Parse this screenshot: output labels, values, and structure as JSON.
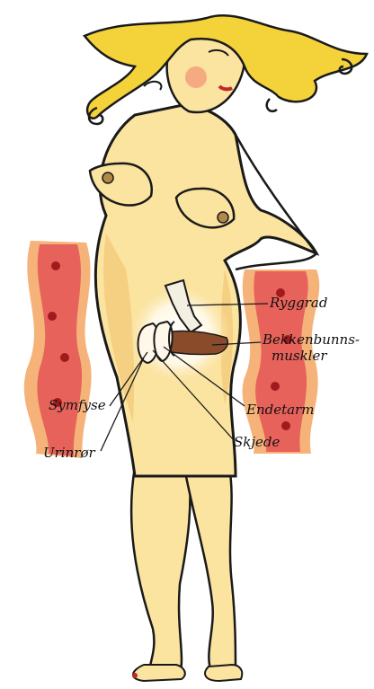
{
  "labels": {
    "spine": "Ryggrad",
    "pelvic_floor_line1": "Bekkenbunns-",
    "pelvic_floor_line2": "muskler",
    "rectum": "Endetarm",
    "symphysis": "Symfyse",
    "vagina": "Skjede",
    "urethra": "Urinrør"
  },
  "icons": {
    "hair": "hair-curls-icon",
    "figure": "woman-figure-icon",
    "pelvis": "pelvis-anatomy-icon",
    "muscle_left": "muscle-tissue-icon",
    "muscle_right": "muscle-tissue-icon"
  },
  "colors": {
    "skin": "#fbe3a0",
    "skin_shade": "#f2c16e",
    "hair": "#f4d23a",
    "muscle": "#e7625a",
    "muscle_light": "#f5b37a",
    "pelvic_floor": "#8a4b2a",
    "outline": "#1a1a1a"
  }
}
